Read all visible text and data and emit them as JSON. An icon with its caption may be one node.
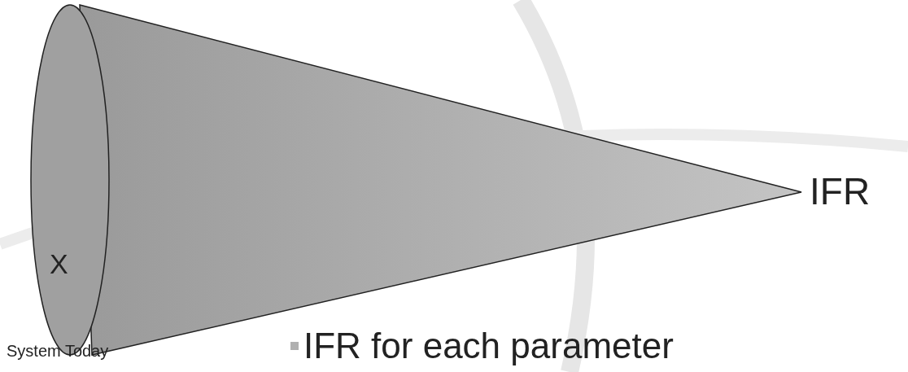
{
  "diagram": {
    "nodes": [
      {
        "text": [
          "X"
        ]
      }
    ],
    "labels": [
      "IFR",
      "System Today",
      "IFR for each parameter"
    ]
  }
}
